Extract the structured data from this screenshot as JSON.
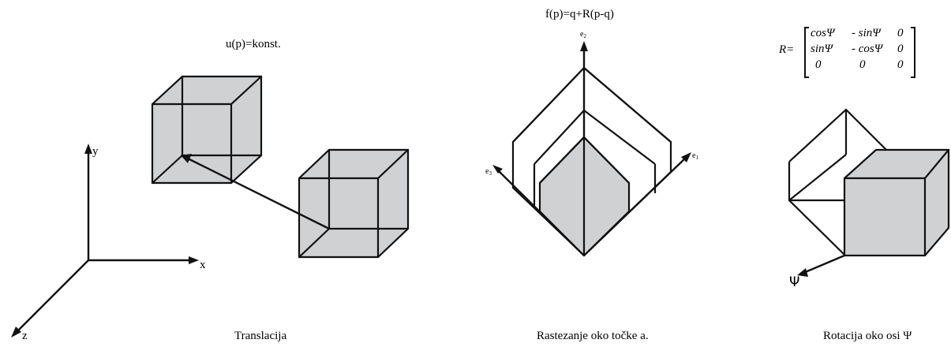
{
  "translation": {
    "formula": "u(p)=konst.",
    "caption": "Translacija",
    "axis_x": "x",
    "axis_y": "y",
    "axis_z": "z"
  },
  "scaling": {
    "formula": "f(p)=q+R(p-q)",
    "caption": "Rastezanje oko točke a.",
    "axis_e1": "e",
    "axis_e1_sub": "1",
    "axis_e2": "e",
    "axis_e2_sub": "2",
    "axis_e3": "e",
    "axis_e3_sub": "3"
  },
  "rotation": {
    "matrix_label": "R=",
    "matrix_rows": [
      [
        "cosΨ",
        "- sinΨ",
        "0"
      ],
      [
        "sinΨ",
        "- cosΨ",
        "0"
      ],
      [
        "0",
        "0",
        "0"
      ]
    ],
    "axis_psi": "Ψ",
    "caption": "Rotacija oko osi Ψ"
  },
  "colors": {
    "face_fill": "#cfd1d3",
    "stroke": "#111111"
  }
}
